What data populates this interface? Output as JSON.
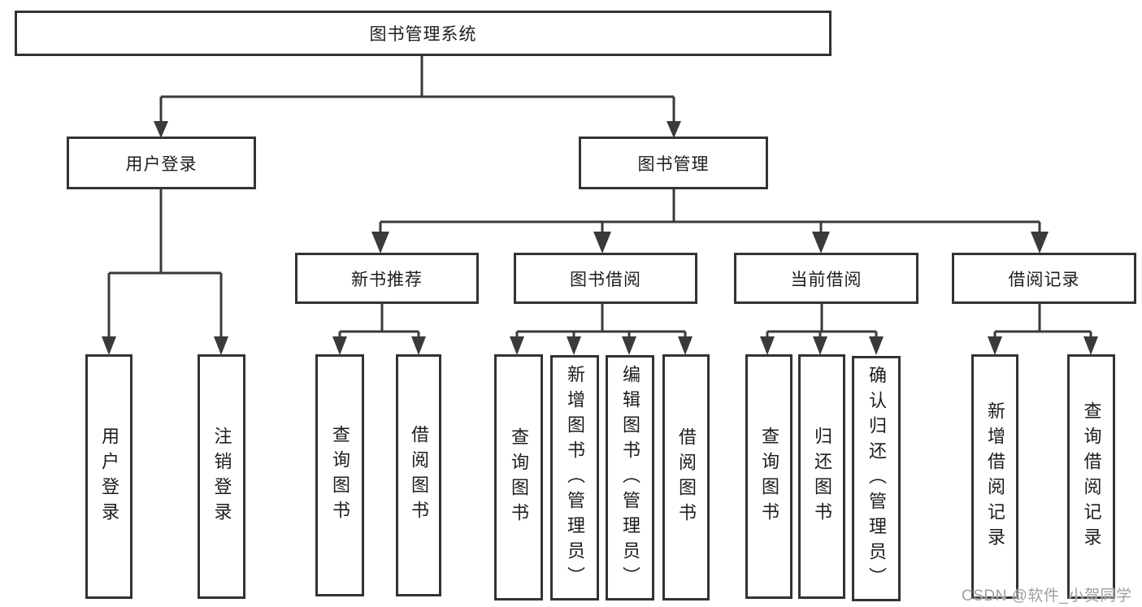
{
  "diagram": {
    "title": "图书管理系统",
    "root": {
      "label": "图书管理系统"
    },
    "level2": {
      "user_login": {
        "label": "用户登录"
      },
      "book_management": {
        "label": "图书管理"
      }
    },
    "level3": {
      "new_book_recommend": {
        "label": "新书推荐"
      },
      "book_borrow": {
        "label": "图书借阅"
      },
      "current_borrow": {
        "label": "当前借阅"
      },
      "borrow_record": {
        "label": "借阅记录"
      }
    },
    "leaves": {
      "user_login": {
        "label": "用户登录"
      },
      "logout": {
        "label": "注销登录"
      },
      "recommend_query_book": {
        "label": "查询图书"
      },
      "recommend_borrow_book": {
        "label": "借阅图书"
      },
      "borrow_query_book": {
        "label": "查询图书"
      },
      "borrow_add_book": {
        "label": "新增图书（管理员）"
      },
      "borrow_edit_book": {
        "label": "编辑图书（管理员）"
      },
      "borrow_borrow_book": {
        "label": "借阅图书"
      },
      "current_query_book": {
        "label": "查询图书"
      },
      "current_return_book": {
        "label": "归还图书"
      },
      "current_confirm_return": {
        "label": "确认归还（管理员）"
      },
      "record_add": {
        "label": "新增借阅记录"
      },
      "record_query": {
        "label": "查询借阅记录"
      }
    },
    "watermark": "CSDN @软件_小贺同学",
    "colors": {
      "line": "#3a3a3a",
      "border": "#333333",
      "text": "#1d1d1d",
      "watermark": "#9f9f9f",
      "background": "#ffffff"
    }
  }
}
